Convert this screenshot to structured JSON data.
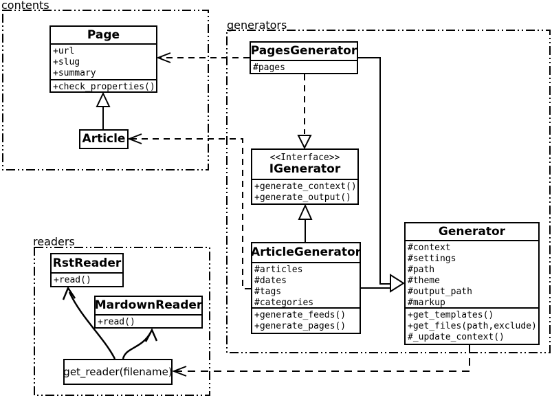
{
  "packages": {
    "contents": {
      "label": "contents"
    },
    "generators": {
      "label": "generators"
    },
    "readers": {
      "label": "readers"
    }
  },
  "classes": {
    "page": {
      "name": "Page",
      "attributes": [
        "+url",
        "+slug",
        "+summary"
      ],
      "methods": [
        "+check_properties()"
      ]
    },
    "article": {
      "name": "Article"
    },
    "pages_generator": {
      "name": "PagesGenerator",
      "attributes": [
        "#pages"
      ]
    },
    "igenerator": {
      "stereotype": "<<Interface>>",
      "name": "IGenerator",
      "methods": [
        "+generate_context()",
        "+generate_output()"
      ]
    },
    "article_generator": {
      "name": "ArticleGenerator",
      "attributes": [
        "#articles",
        "#dates",
        "#tags",
        "#categories"
      ],
      "methods": [
        "+generate_feeds()",
        "+generate_pages()"
      ]
    },
    "generator": {
      "name": "Generator",
      "attributes": [
        "#context",
        "#settings",
        "#path",
        "#theme",
        "#output_path",
        "#markup"
      ],
      "methods": [
        "+get_templates()",
        "+get_files(path,exclude)",
        "#_update_context()"
      ]
    },
    "rst_reader": {
      "name": "RstReader",
      "methods": [
        "+read()"
      ]
    },
    "markdown_reader": {
      "name": "MardownReader",
      "methods": [
        "+read()"
      ]
    },
    "get_reader": {
      "label": "get_reader(filename)"
    }
  },
  "relationships": [
    {
      "from": "Article",
      "to": "Page",
      "type": "inheritance"
    },
    {
      "from": "PagesGenerator",
      "to": "Page",
      "type": "dependency"
    },
    {
      "from": "PagesGenerator",
      "to": "IGenerator",
      "type": "realization"
    },
    {
      "from": "ArticleGenerator",
      "to": "IGenerator",
      "type": "inheritance"
    },
    {
      "from": "ArticleGenerator",
      "to": "Article",
      "type": "dependency"
    },
    {
      "from": "PagesGenerator",
      "to": "Generator",
      "type": "inheritance"
    },
    {
      "from": "ArticleGenerator",
      "to": "Generator",
      "type": "inheritance"
    },
    {
      "from": "Generator",
      "to": "get_reader(filename)",
      "type": "dependency"
    },
    {
      "from": "get_reader(filename)",
      "to": "RstReader",
      "type": "arrow"
    },
    {
      "from": "get_reader(filename)",
      "to": "MardownReader",
      "type": "arrow"
    }
  ],
  "colors": {
    "line": "#000000",
    "background": "#ffffff"
  }
}
